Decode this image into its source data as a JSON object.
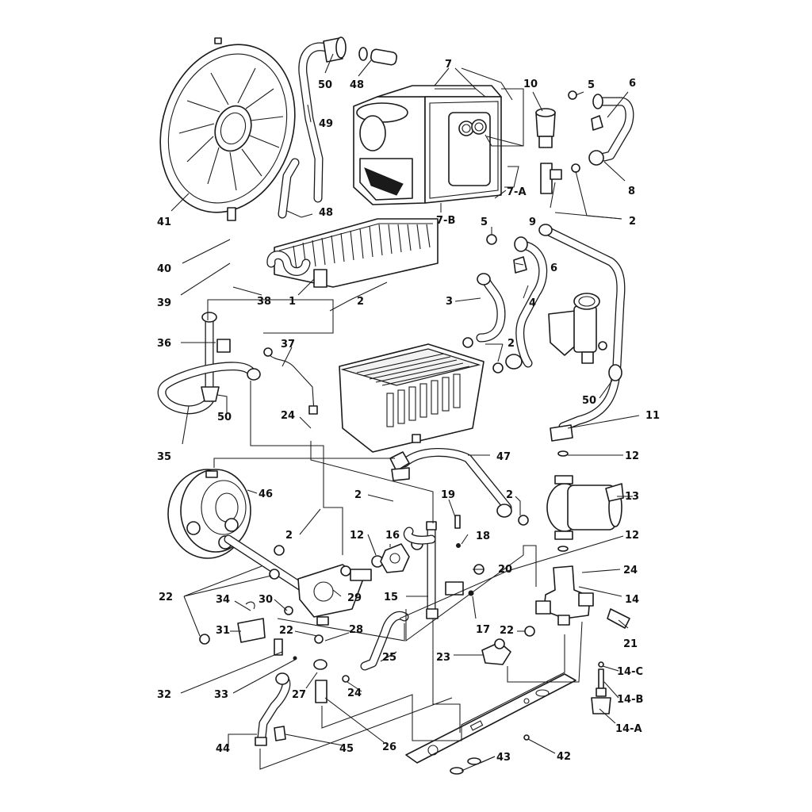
{
  "callouts": [
    {
      "id": "50a",
      "label": "50"
    },
    {
      "id": "48a",
      "label": "48"
    },
    {
      "id": "7",
      "label": "7"
    },
    {
      "id": "10",
      "label": "10"
    },
    {
      "id": "5a",
      "label": "5"
    },
    {
      "id": "6a",
      "label": "6"
    },
    {
      "id": "49",
      "label": "49"
    },
    {
      "id": "8",
      "label": "8"
    },
    {
      "id": "7a",
      "label": "7-A"
    },
    {
      "id": "41",
      "label": "41"
    },
    {
      "id": "48b",
      "label": "48"
    },
    {
      "id": "7b",
      "label": "7-B"
    },
    {
      "id": "5b",
      "label": "5"
    },
    {
      "id": "9",
      "label": "9"
    },
    {
      "id": "2a",
      "label": "2"
    },
    {
      "id": "40",
      "label": "40"
    },
    {
      "id": "6b",
      "label": "6"
    },
    {
      "id": "39",
      "label": "39"
    },
    {
      "id": "1",
      "label": "1"
    },
    {
      "id": "38",
      "label": "38"
    },
    {
      "id": "2b",
      "label": "2"
    },
    {
      "id": "3",
      "label": "3"
    },
    {
      "id": "4",
      "label": "4"
    },
    {
      "id": "36",
      "label": "36"
    },
    {
      "id": "37",
      "label": "37"
    },
    {
      "id": "2c",
      "label": "2"
    },
    {
      "id": "50b",
      "label": "50"
    },
    {
      "id": "50c",
      "label": "50"
    },
    {
      "id": "11",
      "label": "11"
    },
    {
      "id": "24a",
      "label": "24"
    },
    {
      "id": "35",
      "label": "35"
    },
    {
      "id": "47",
      "label": "47"
    },
    {
      "id": "12a",
      "label": "12"
    },
    {
      "id": "46",
      "label": "46"
    },
    {
      "id": "2d",
      "label": "2"
    },
    {
      "id": "19",
      "label": "19"
    },
    {
      "id": "2e",
      "label": "2"
    },
    {
      "id": "13",
      "label": "13"
    },
    {
      "id": "2f",
      "label": "2"
    },
    {
      "id": "12b",
      "label": "12"
    },
    {
      "id": "16",
      "label": "16"
    },
    {
      "id": "18",
      "label": "18"
    },
    {
      "id": "12c",
      "label": "12"
    },
    {
      "id": "20",
      "label": "20"
    },
    {
      "id": "24b",
      "label": "24"
    },
    {
      "id": "22a",
      "label": "22"
    },
    {
      "id": "29",
      "label": "29"
    },
    {
      "id": "15",
      "label": "15"
    },
    {
      "id": "14",
      "label": "14"
    },
    {
      "id": "34",
      "label": "34"
    },
    {
      "id": "30",
      "label": "30"
    },
    {
      "id": "17",
      "label": "17"
    },
    {
      "id": "31",
      "label": "31"
    },
    {
      "id": "22b",
      "label": "22"
    },
    {
      "id": "28",
      "label": "28"
    },
    {
      "id": "22c",
      "label": "22"
    },
    {
      "id": "21",
      "label": "21"
    },
    {
      "id": "25",
      "label": "25"
    },
    {
      "id": "23",
      "label": "23"
    },
    {
      "id": "14c",
      "label": "14-C"
    },
    {
      "id": "32",
      "label": "32"
    },
    {
      "id": "33",
      "label": "33"
    },
    {
      "id": "27",
      "label": "27"
    },
    {
      "id": "24c",
      "label": "24"
    },
    {
      "id": "14b",
      "label": "14-B"
    },
    {
      "id": "26",
      "label": "26"
    },
    {
      "id": "14a",
      "label": "14-A"
    },
    {
      "id": "44",
      "label": "44"
    },
    {
      "id": "45",
      "label": "45"
    },
    {
      "id": "43",
      "label": "43"
    },
    {
      "id": "42",
      "label": "42"
    }
  ]
}
